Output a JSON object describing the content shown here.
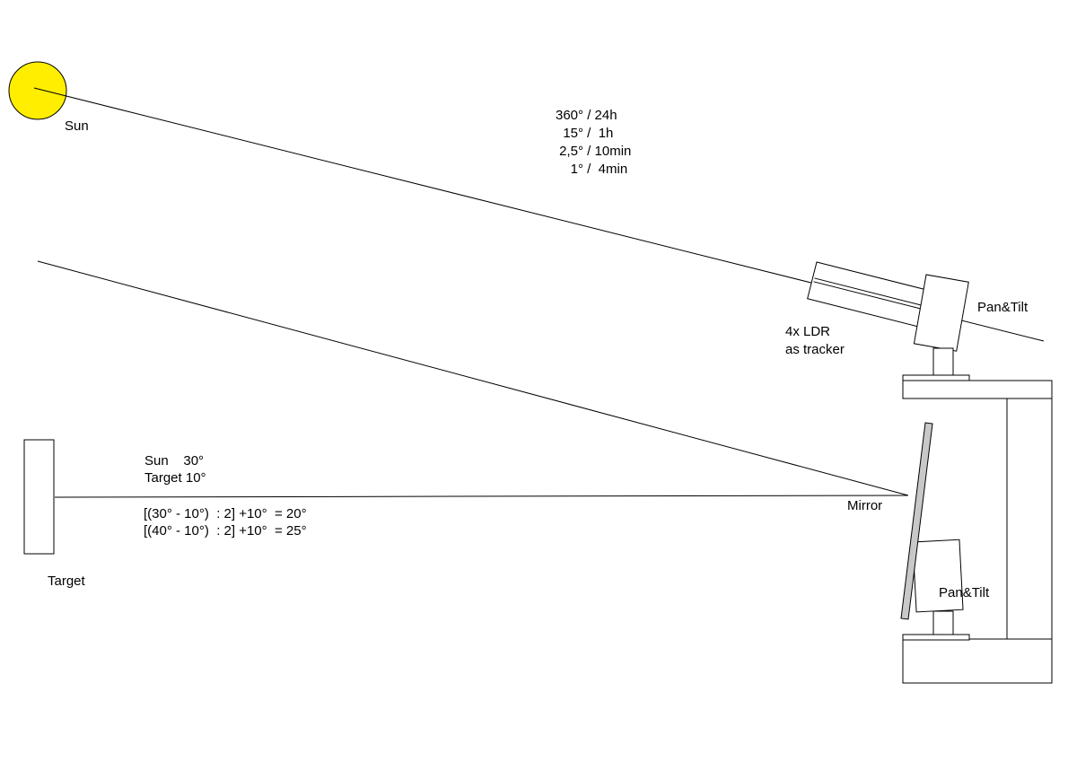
{
  "labels": {
    "sun": "Sun",
    "target": "Target",
    "mirror": "Mirror",
    "pan_tilt_top": "Pan&Tilt",
    "pan_tilt_bottom": "Pan&Tilt",
    "ldr_line1": "4x LDR",
    "ldr_line2": "as tracker"
  },
  "rotation_rates": [
    "360° / 24h",
    "  15° /  1h",
    " 2,5° / 10min",
    "    1° /  4min"
  ],
  "angles": {
    "sun": "Sun    30°",
    "target": "Target 10°"
  },
  "formulas": [
    "[(30° - 10°)  : 2] +10°  = 20°",
    "[(40° - 10°)  : 2] +10°  = 25°"
  ],
  "colors": {
    "sun_fill": "#ffee00",
    "mirror_fill": "#c8c8c8",
    "line": "#000000"
  }
}
